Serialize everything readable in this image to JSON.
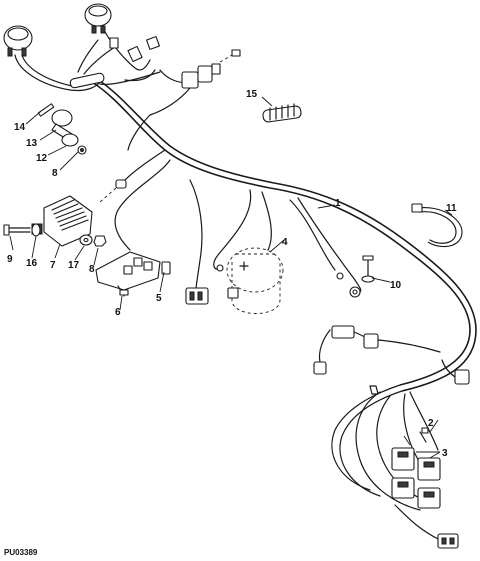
{
  "figure": {
    "code": "PU03389"
  },
  "callouts": {
    "c1": "1",
    "c2": "2",
    "c3": "3",
    "c4": "4",
    "c5": "5",
    "c6": "6",
    "c7": "7",
    "c8a": "8",
    "c8b": "8",
    "c9": "9",
    "c10": "10",
    "c11": "11",
    "c12": "12",
    "c13": "13",
    "c14": "14",
    "c15": "15",
    "c16": "16",
    "c17": "17"
  }
}
